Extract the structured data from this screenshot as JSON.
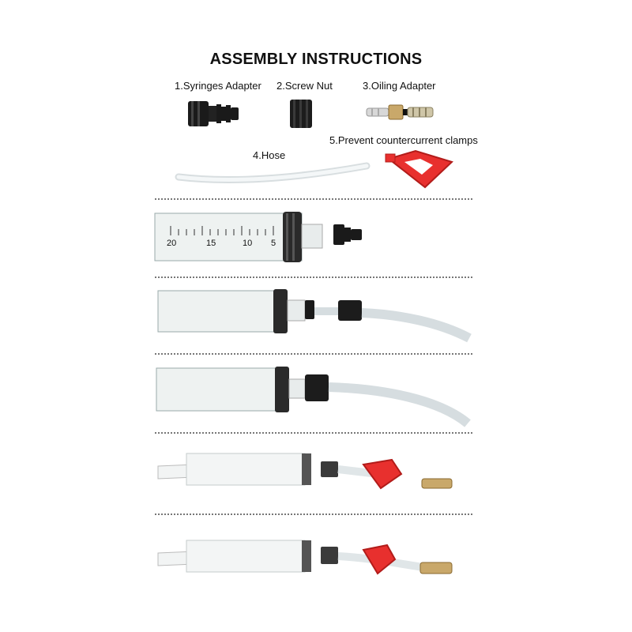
{
  "title": "ASSEMBLY INSTRUCTIONS",
  "parts": [
    {
      "label": "1.Syringes Adapter"
    },
    {
      "label": "2.Screw Nut"
    },
    {
      "label": "3.Oiling Adapter"
    },
    {
      "label": "4.Hose"
    },
    {
      "label": "5.Prevent countercurrent clamps"
    }
  ],
  "colors": {
    "adapter": "#1a1a1a",
    "brass": "#c9a86a",
    "clamp": "#e8302e",
    "hose": "#e9eef0",
    "barrel": "#eef2f1"
  },
  "scale_labels": [
    "20",
    "15",
    "10",
    "5"
  ]
}
